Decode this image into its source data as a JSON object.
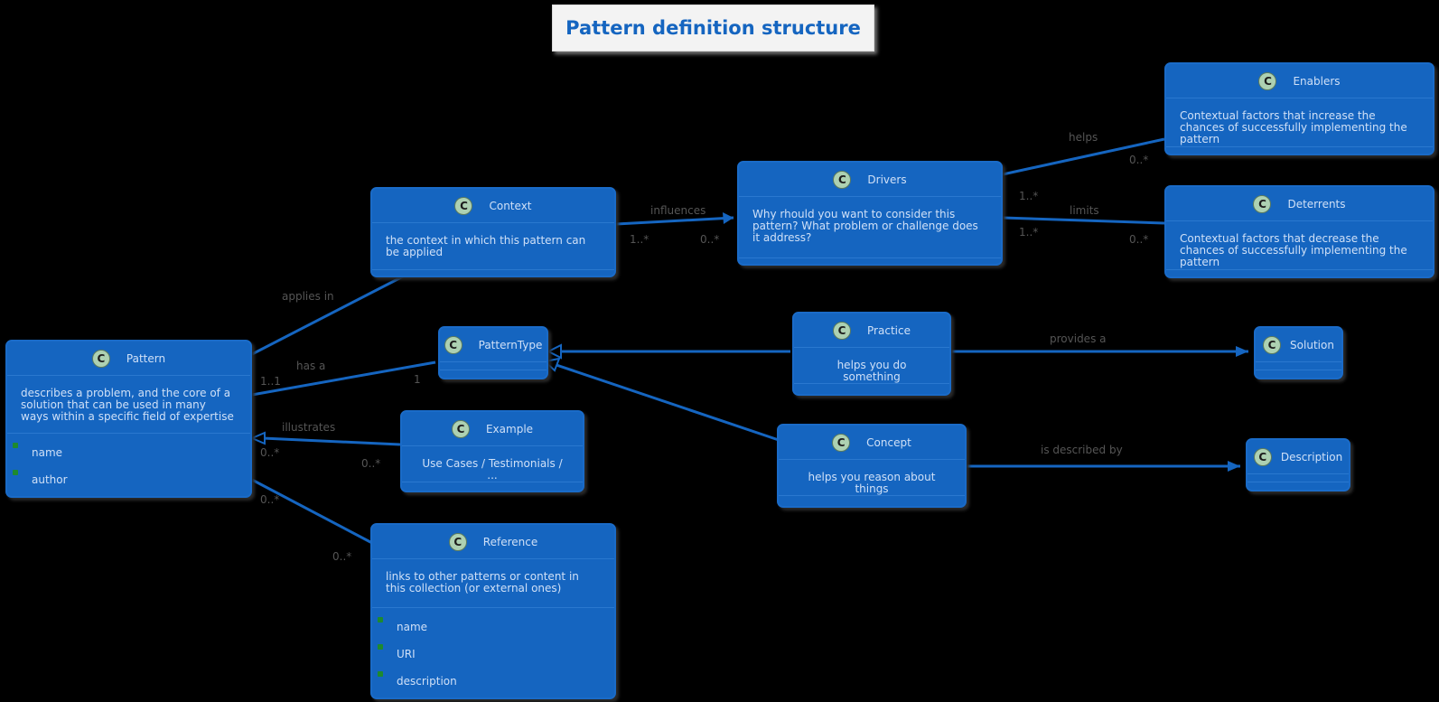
{
  "title": "Pattern definition structure",
  "icon_letter": "C",
  "classes": {
    "pattern": {
      "name": "Pattern",
      "description": "describes a problem, and the core of a solution that can be used in many ways within a specific field of expertise",
      "attributes": [
        "name",
        "author"
      ]
    },
    "context": {
      "name": "Context",
      "description": "the context in which this pattern can be applied"
    },
    "drivers": {
      "name": "Drivers",
      "description": "Why rhould you want to consider this pattern? What problem or challenge does it address?"
    },
    "enablers": {
      "name": "Enablers",
      "description": "Contextual factors that increase the chances of successfully implementing the pattern"
    },
    "deterrents": {
      "name": "Deterrents",
      "description": "Contextual factors that decrease the chances of successfully implementing the pattern"
    },
    "patterntype": {
      "name": "PatternType"
    },
    "practice": {
      "name": "Practice",
      "description": "helps you do something"
    },
    "solution": {
      "name": "Solution"
    },
    "concept": {
      "name": "Concept",
      "description": "helps you reason about things"
    },
    "description": {
      "name": "Description"
    },
    "example": {
      "name": "Example",
      "description": "Use Cases / Testimonials / ..."
    },
    "reference": {
      "name": "Reference",
      "description": "links to other patterns or content in this collection (or external ones)",
      "attributes": [
        "name",
        "URI",
        "description"
      ]
    }
  },
  "relation_labels": {
    "pattern_context": "applies in",
    "context_drivers": "influences",
    "context_mult_left": "1..*",
    "context_mult_right": "0..*",
    "drivers_enablers": "helps",
    "drivers_enablers_mult": "1..*",
    "drivers_enablers_mult2": "0..*",
    "drivers_deterrents": "limits",
    "drivers_deterrents_mult": "1..*",
    "drivers_deterrents_mult2": "0..*",
    "pattern_type_has": "has a",
    "pattern_type_mult": "1..1",
    "pattern_type_mult2": "1",
    "practice_solution": "provides a",
    "concept_description": "is described by",
    "example_label": "illustrates",
    "example_mult_left": "0..*",
    "example_mult_right": "0..*",
    "reference_mult_left": "0..*",
    "reference_mult_right": "0..*"
  }
}
